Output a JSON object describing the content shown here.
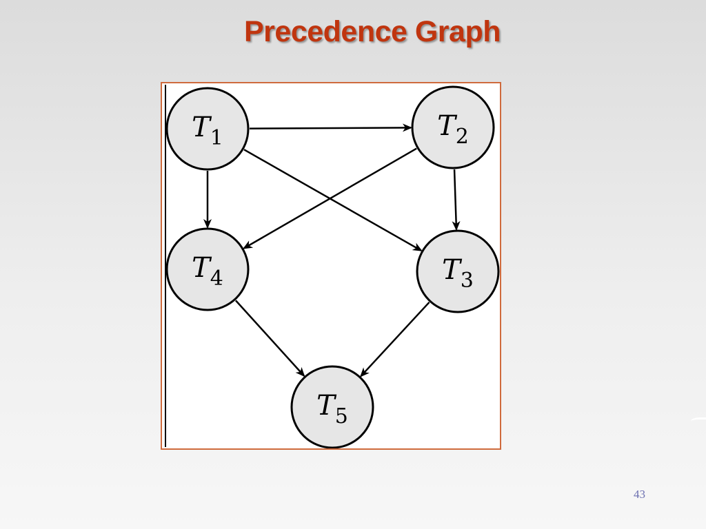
{
  "title": "Precedence Graph",
  "page_number": "43",
  "graph": {
    "nodes": [
      {
        "id": "T1",
        "base": "T",
        "sub": "1"
      },
      {
        "id": "T2",
        "base": "T",
        "sub": "2"
      },
      {
        "id": "T3",
        "base": "T",
        "sub": "3"
      },
      {
        "id": "T4",
        "base": "T",
        "sub": "4"
      },
      {
        "id": "T5",
        "base": "T",
        "sub": "5"
      }
    ],
    "edges": [
      {
        "from": "T1",
        "to": "T2"
      },
      {
        "from": "T1",
        "to": "T4"
      },
      {
        "from": "T1",
        "to": "T3"
      },
      {
        "from": "T2",
        "to": "T4"
      },
      {
        "from": "T2",
        "to": "T3"
      },
      {
        "from": "T4",
        "to": "T5"
      },
      {
        "from": "T3",
        "to": "T5"
      }
    ]
  },
  "colors": {
    "title": "#c0350f",
    "frame_border": "#cf6a3c",
    "node_fill": "#e6e6e6",
    "stroke": "#000000",
    "page_number": "#6b6fb0"
  }
}
